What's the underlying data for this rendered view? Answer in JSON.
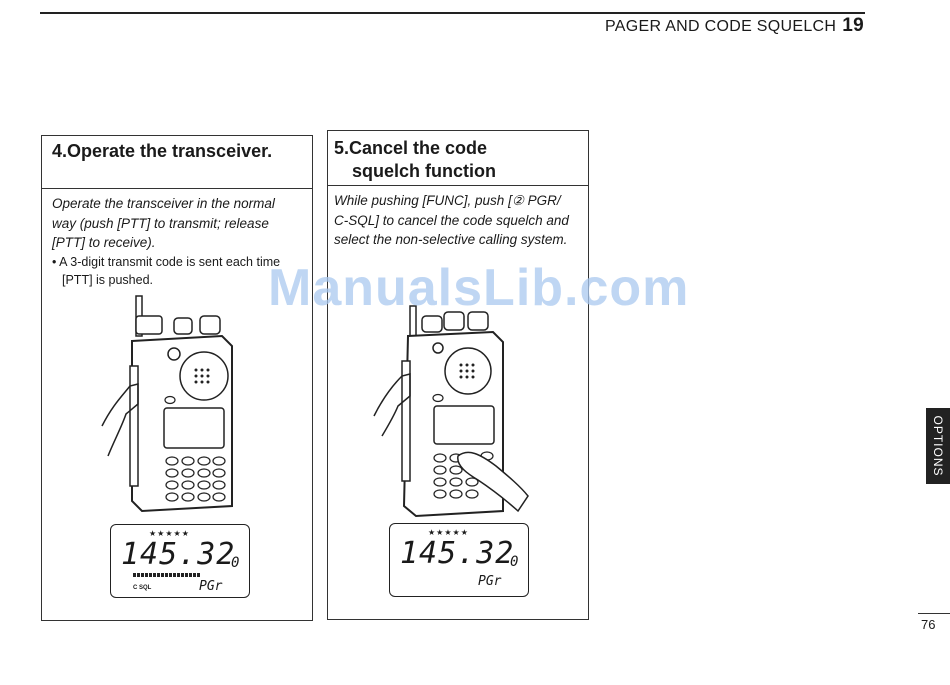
{
  "header": {
    "title": "PAGER AND CODE SQUELCH",
    "page": "19"
  },
  "step4": {
    "title": "4.Operate the transceiver.",
    "instruction_lines": [
      "Operate the transceiver in the normal",
      "way (push [PTT] to transmit; release",
      "[PTT] to receive)."
    ],
    "bullet_lines": [
      "• A 3-digit transmit code is sent each time",
      "[PTT] is pushed."
    ],
    "display": {
      "stars": "★★★★★",
      "frequency": "145.32",
      "channel": "0",
      "mode": "PGr",
      "indicator": "C SQL"
    }
  },
  "step5": {
    "title_lines": [
      "5.Cancel the code",
      "squelch function"
    ],
    "instruction_lines": [
      "While pushing [FUNC], push [② PGR/",
      "C-SQL] to cancel the code squelch and",
      "select the non-selective calling system."
    ],
    "display": {
      "stars": "★★★★★",
      "frequency": "145.32",
      "channel": "0",
      "mode": "PGr"
    }
  },
  "side_tab": {
    "label": "OPTIONS"
  },
  "watermark": "ManualsLib.com",
  "footer": {
    "page": "76"
  }
}
